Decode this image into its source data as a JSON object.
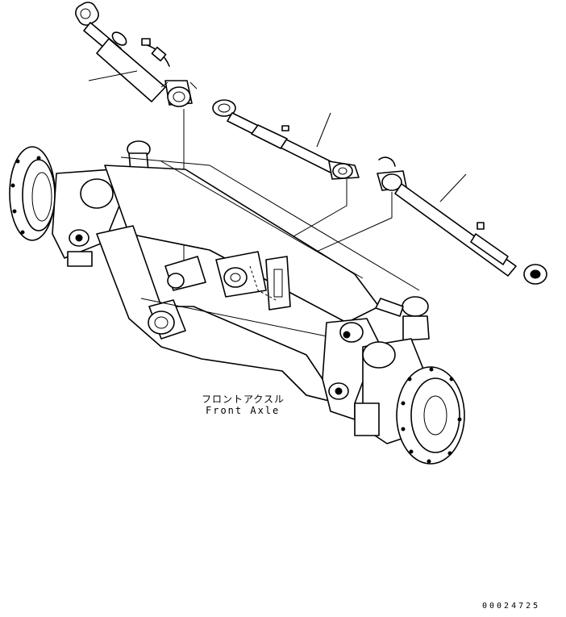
{
  "labels": {
    "assembly_jp": "フロントアクスル",
    "assembly_en": "Front Axle",
    "drawing_number": "00024725"
  }
}
